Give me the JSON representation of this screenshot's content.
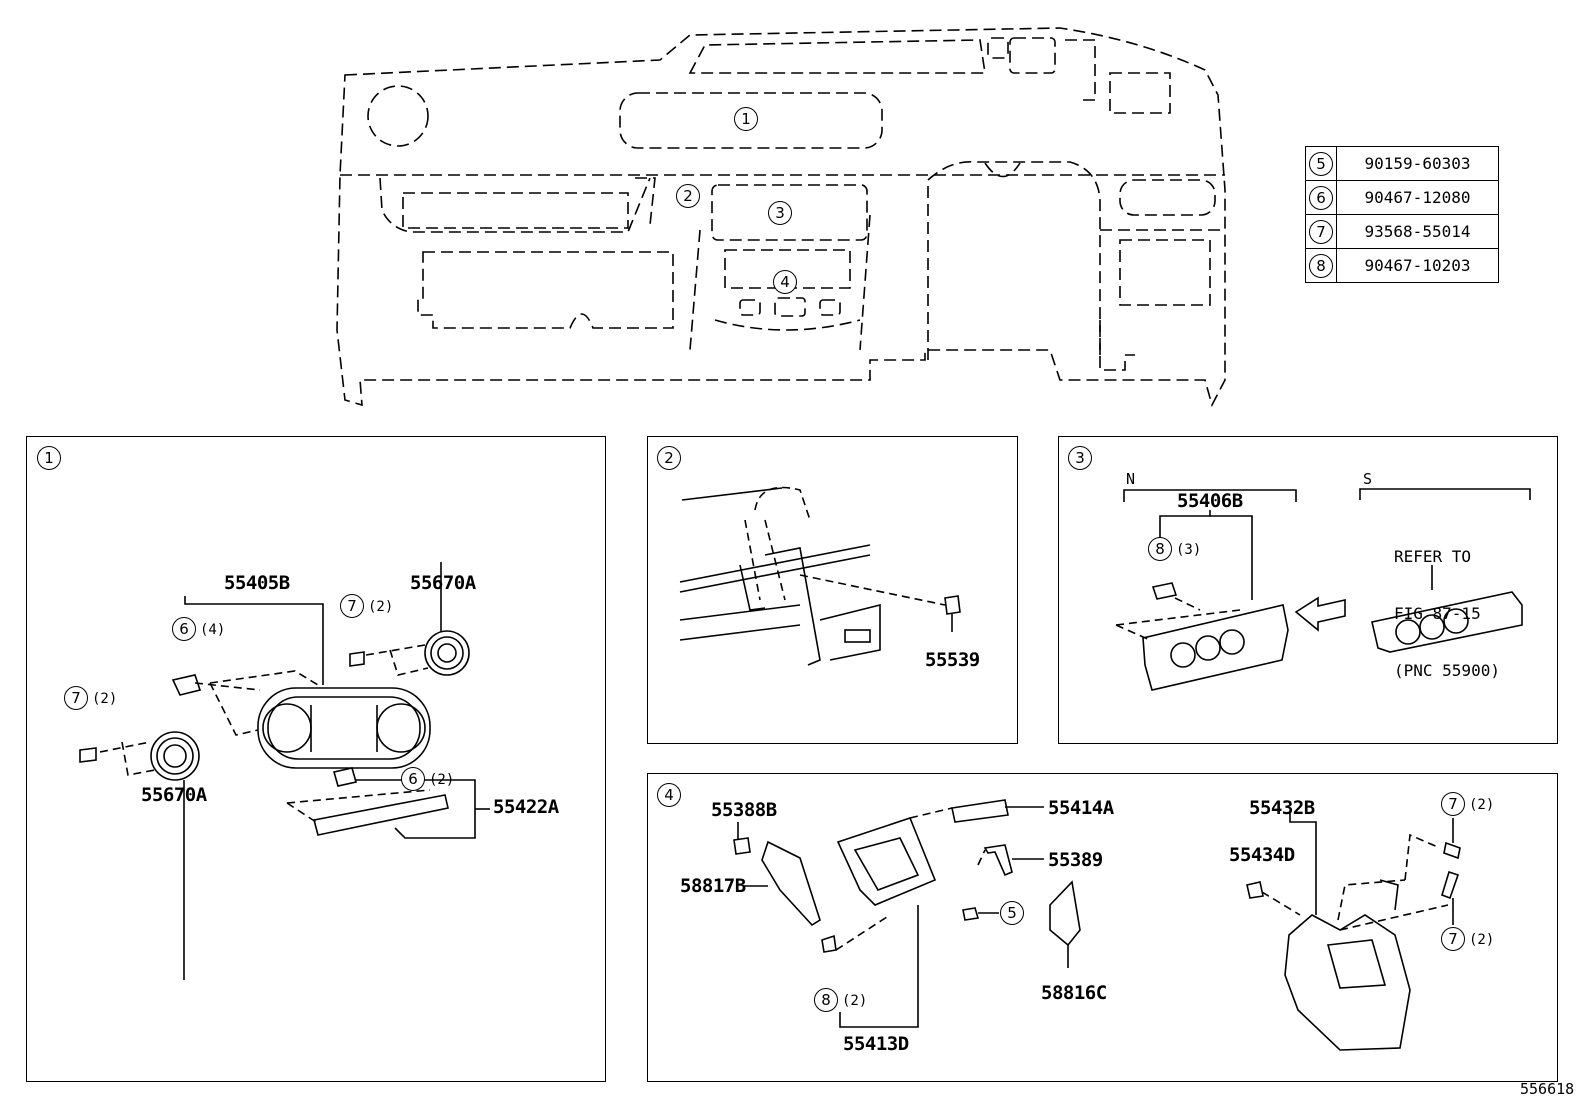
{
  "legend": [
    {
      "ref": "5",
      "part": "90159-60303"
    },
    {
      "ref": "6",
      "part": "90467-12080"
    },
    {
      "ref": "7",
      "part": "93568-55014"
    },
    {
      "ref": "8",
      "part": "90467-10203"
    }
  ],
  "overview_callouts": [
    "1",
    "2",
    "3",
    "4"
  ],
  "panel1": {
    "id": "1",
    "labels": {
      "bezel": "55405B",
      "vent_right": "55670A",
      "vent_left": "55670A",
      "trim": "55422A"
    },
    "qty": {
      "clip6_top": "(4)",
      "screw7_right": "(2)",
      "screw7_left": "(2)",
      "clip6_bottom": "(2)"
    }
  },
  "panel2": {
    "id": "2",
    "labels": {
      "clip": "55539"
    }
  },
  "panel3": {
    "id": "3",
    "group_n": "N",
    "group_s": "S",
    "labels": {
      "panel": "55406B"
    },
    "qty": {
      "clip8": "(3)"
    },
    "refer_lines": [
      "REFER TO",
      "FIG 87-15",
      "(PNC 55900)"
    ]
  },
  "panel4": {
    "id": "4",
    "labels": {
      "p55388B": "55388B",
      "p58817B": "58817B",
      "p55414A": "55414A",
      "p55389": "55389",
      "p58816C": "58816C",
      "p55413D": "55413D",
      "p55432B": "55432B",
      "p55434D": "55434D"
    },
    "qty": {
      "clip8": "(2)",
      "screw7_top": "(2)",
      "screw7_bottom": "(2)"
    }
  },
  "figure_id": "556618"
}
